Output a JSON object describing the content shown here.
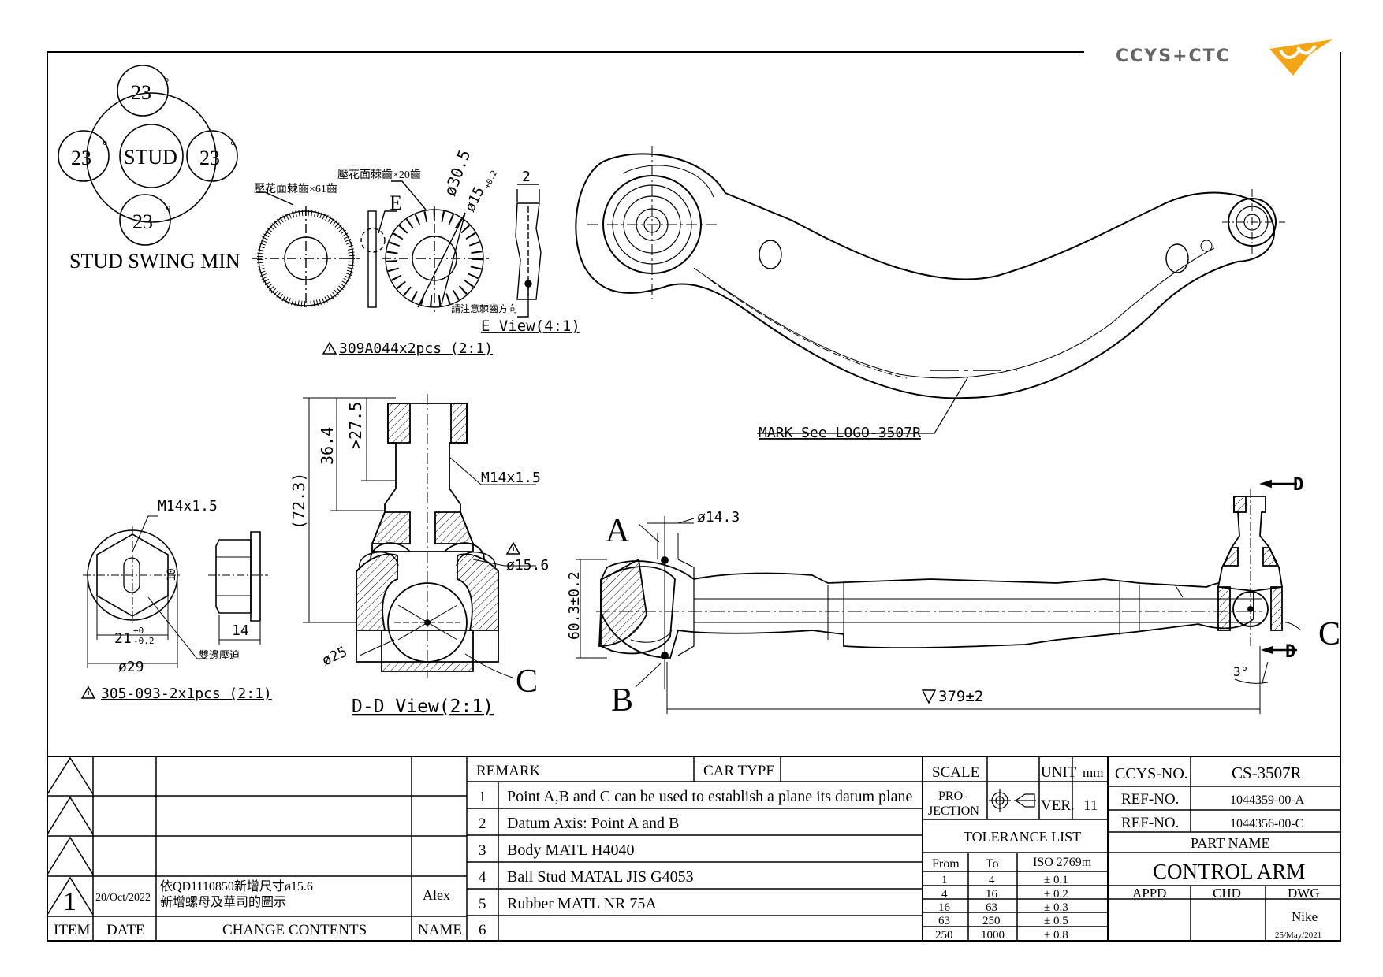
{
  "brand": {
    "logo_text": "CCYS+CTC",
    "accent": "#f2a516",
    "logo_gray": "#666666"
  },
  "stud_swing": {
    "top": "23",
    "left": "23",
    "right": "23",
    "bottom": "23",
    "center": "STUD",
    "degree": "°",
    "title": "STUD SWING MIN"
  },
  "washer": {
    "label_61": "壓花面棘齒×61齒",
    "label_20": "壓花面棘齒×20齒",
    "dia_outer": "ø30.5",
    "dia_inner": "ø15",
    "tol_inner": "+0.2",
    "letter_e": "E",
    "thick": "2",
    "note": "請注意棘齒方向",
    "e_view": "E View(4:1)",
    "part": "309A044x2pcs (2:1)"
  },
  "arm_top": {
    "mark": "MARK See LOGO-3507R"
  },
  "nut": {
    "thread": "M14x1.5",
    "flat": "10",
    "width": "21",
    "tol_up": "+0",
    "tol_dn": "-0.2",
    "dia": "ø29",
    "height": "14",
    "crimp": "雙邊壓迫",
    "part": "305-093-2x1pcs (2:1)"
  },
  "dd": {
    "len1": "36.4",
    "len2": ">27.5",
    "len3": "(72.3)",
    "thread": "M14x1.5",
    "dia_ball": "ø25",
    "dia_boot": "ø15.6",
    "c": "C",
    "title": "D-D View(2:1)"
  },
  "arm_side": {
    "a": "A",
    "b": "B",
    "c": "C",
    "d_top": "D",
    "d_bot": "D",
    "dia": "ø14.3",
    "height": "60.3±0.2",
    "angle": "3°",
    "length": "379±2"
  },
  "revisions": {
    "headers": {
      "item": "ITEM",
      "date": "DATE",
      "contents": "CHANGE CONTENTS",
      "name": "NAME"
    },
    "rows": [
      {
        "item": "",
        "date": "",
        "contents1": "",
        "contents2": "",
        "name": ""
      },
      {
        "item": "",
        "date": "",
        "contents1": "",
        "contents2": "",
        "name": ""
      },
      {
        "item": "",
        "date": "",
        "contents1": "",
        "contents2": "",
        "name": ""
      },
      {
        "item": "1",
        "date": "20/Oct/2022",
        "contents1": "依QD1110850新增尺寸ø15.6",
        "contents2": "新增螺母及華司的圖示",
        "name": "Alex"
      }
    ]
  },
  "remarks": {
    "remark_label": "REMARK",
    "car_type_label": "CAR TYPE",
    "items": [
      {
        "no": "1",
        "text": "Point A,B and C can be used to establish a plane its datum plane"
      },
      {
        "no": "2",
        "text": "Datum Axis: Point A and B"
      },
      {
        "no": "3",
        "text": "Body MATL H4040"
      },
      {
        "no": "4",
        "text": "Ball Stud MATAL JIS G4053"
      },
      {
        "no": "5",
        "text": "Rubber MATL NR 75A"
      },
      {
        "no": "6",
        "text": ""
      }
    ]
  },
  "info": {
    "scale_label": "SCALE",
    "unit_label": "UNIT",
    "unit": "mm",
    "projection": "PRO-",
    "projection2": "JECTION",
    "ver_label": "VER.",
    "ver": "11",
    "tolerance_title": "TOLERANCE LIST",
    "tol_headers": {
      "from": "From",
      "to": "To",
      "std": "ISO 2769m"
    },
    "tolerances": [
      {
        "from": "1",
        "to": "4",
        "tol": "± 0.1"
      },
      {
        "from": "4",
        "to": "16",
        "tol": "± 0.2"
      },
      {
        "from": "16",
        "to": "63",
        "tol": "± 0.3"
      },
      {
        "from": "63",
        "to": "250",
        "tol": "± 0.5"
      },
      {
        "from": "250",
        "to": "1000",
        "tol": "± 0.8"
      }
    ]
  },
  "title_block": {
    "ccys_label": "CCYS-NO.",
    "ccys_no": "CS-3507R",
    "ref_label": "REF-NO.",
    "ref1": "1044359-00-A",
    "ref2": "1044356-00-C",
    "part_name_label": "PART NAME",
    "part_name": "CONTROL ARM",
    "appd": "APPD",
    "chd": "CHD",
    "dwg": "DWG",
    "dwg_name": "Nike",
    "date": "25/May/2021"
  }
}
